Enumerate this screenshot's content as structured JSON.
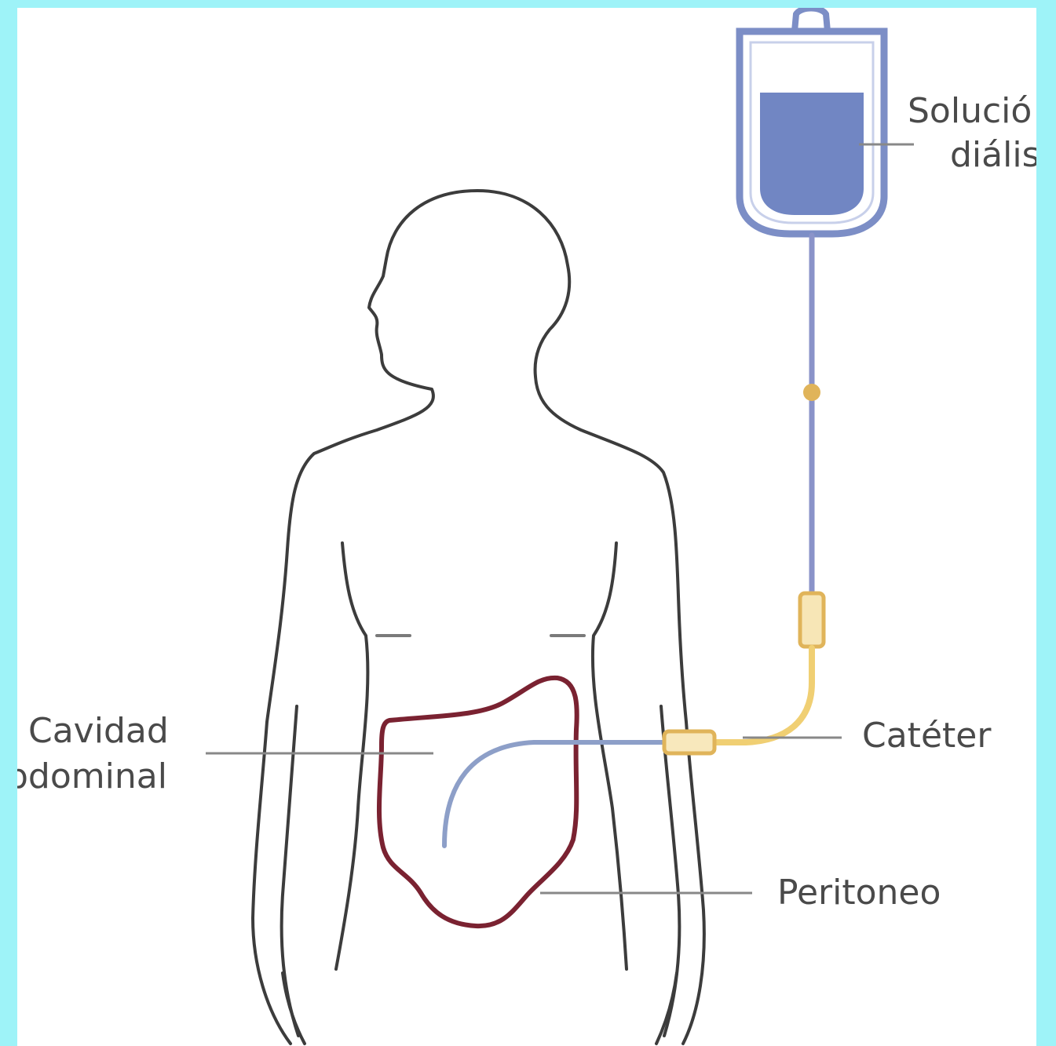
{
  "labels": {
    "solution_line1": "Solució",
    "solution_line2": "diális",
    "cavity_line1": "Cavidad",
    "cavity_line2": "bdominal",
    "catheter": "Catéter",
    "peritoneum": "Peritoneo"
  },
  "colors": {
    "page_border": "#9ef3f8",
    "background": "#ffffff",
    "body_outline": "#3c3c3c",
    "bag_outline": "#7c8ec6",
    "bag_fluid": "#7186c3",
    "tube": "#8a93c9",
    "connector": "#e6c165",
    "peritoneum": "#7a2231",
    "catheter_inside": "#8d9fc8",
    "leader_line": "#888888"
  }
}
